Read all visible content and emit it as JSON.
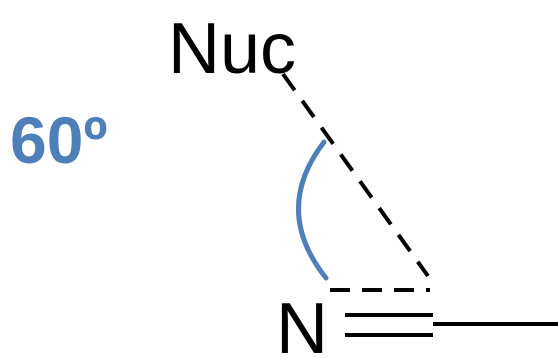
{
  "diagram": {
    "nucleophile_label": "Nuc",
    "nitrogen_label": "N",
    "angle_label": "60º",
    "colors": {
      "angle_label": "#4f7fb9",
      "angle_arc": "#4f7fb9",
      "bonds": "#000000"
    }
  }
}
